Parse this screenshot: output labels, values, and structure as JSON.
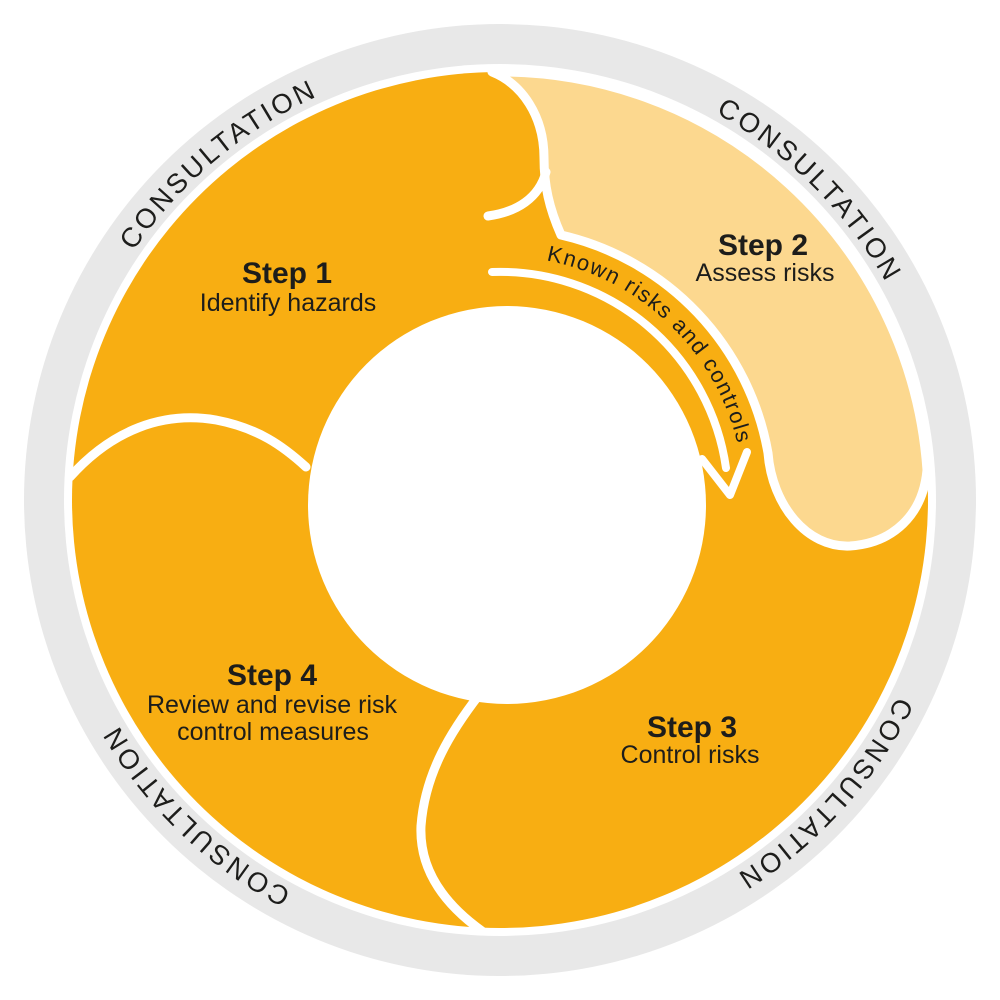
{
  "colors": {
    "ring_gray": "#E8E8E8",
    "dark_orange": "#F8AE12",
    "light_orange": "#FCD88F",
    "outline_white": "#FFFFFF",
    "text_dark": "#1D1D1B"
  },
  "consultation": {
    "labels": [
      {
        "position": "top-right",
        "text": "CONSULTATION"
      },
      {
        "position": "bottom-right",
        "text": "CONSULTATION"
      },
      {
        "position": "bottom-left",
        "text": "CONSULTATION"
      },
      {
        "position": "top-left",
        "text": "CONSULTATION"
      }
    ]
  },
  "steps": [
    {
      "title": "Step 1",
      "subtitle": "Identify hazards"
    },
    {
      "title": "Step 2",
      "subtitle": "Assess risks"
    },
    {
      "title": "Step 3",
      "subtitle": "Control risks"
    },
    {
      "title": "Step 4",
      "subtitle_line1": "Review and revise risk",
      "subtitle_line2": "control measures"
    }
  ],
  "arrow": {
    "label": "Known risks and controls"
  }
}
